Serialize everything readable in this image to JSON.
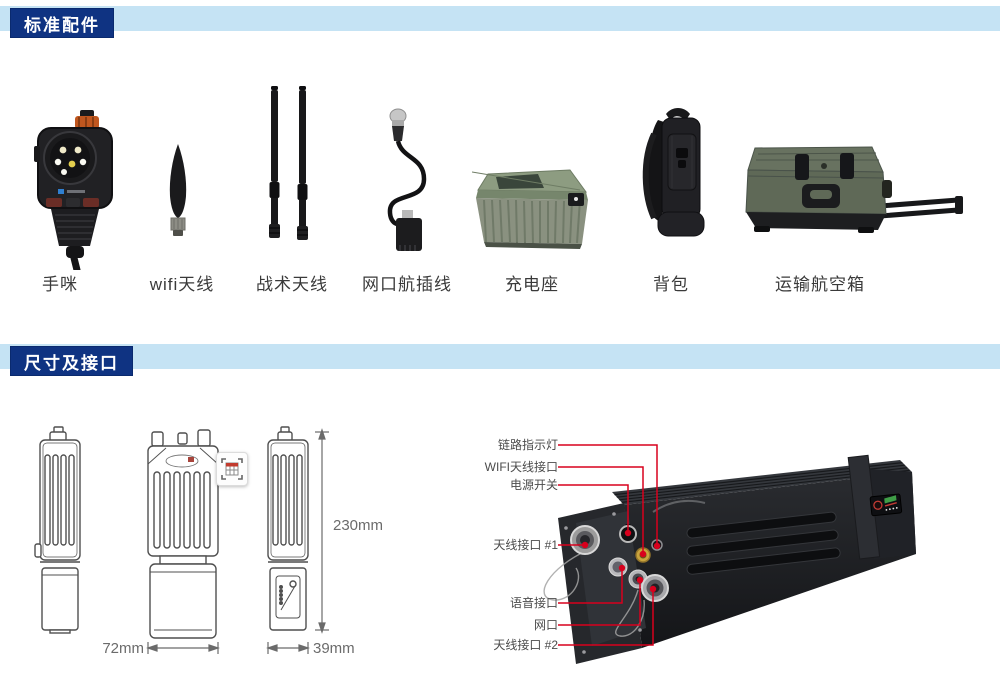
{
  "sections": [
    {
      "title": "标准配件"
    },
    {
      "title": "尺寸及接口"
    }
  ],
  "accessories": {
    "items": [
      {
        "label": "手咪",
        "icon": "speaker-mic"
      },
      {
        "label": "wifi天线",
        "icon": "wifi-antenna"
      },
      {
        "label": "战术天线",
        "icon": "tactical-antenna-pair"
      },
      {
        "label": "网口航插线",
        "icon": "ethernet-aviation-cable"
      },
      {
        "label": "充电座",
        "icon": "charging-dock"
      },
      {
        "label": "背包",
        "icon": "backpack"
      },
      {
        "label": "运输航空箱",
        "icon": "transport-case"
      }
    ]
  },
  "dimensions": {
    "height_label": "230mm",
    "width_label": "72mm",
    "depth_label": "39mm"
  },
  "interface": {
    "callouts": [
      {
        "label": "链路指示灯"
      },
      {
        "label": "WIFI天线接口"
      },
      {
        "label": "电源开关"
      },
      {
        "label": "天线接口 #1"
      },
      {
        "label": "语音接口"
      },
      {
        "label": "网口"
      },
      {
        "label": "天线接口 #2"
      }
    ]
  },
  "colors": {
    "header_navy": "#0f3382",
    "header_light_blue": "#c5e3f4",
    "callout_red": "#d8001d",
    "charger_green": "#8a9180",
    "case_green": "#5f6957"
  }
}
